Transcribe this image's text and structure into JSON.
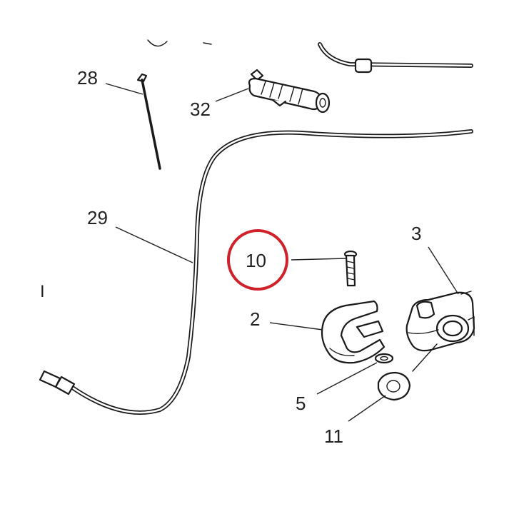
{
  "diagram": {
    "highlight_color": "#d0202a",
    "line_color": "#1a1a1a",
    "margin_mark": "I",
    "callouts": [
      {
        "id": "28",
        "label": "28"
      },
      {
        "id": "32",
        "label": "32"
      },
      {
        "id": "29",
        "label": "29"
      },
      {
        "id": "10",
        "label": "10"
      },
      {
        "id": "3",
        "label": "3"
      },
      {
        "id": "2",
        "label": "2"
      },
      {
        "id": "5",
        "label": "5"
      },
      {
        "id": "11",
        "label": "11"
      }
    ]
  }
}
